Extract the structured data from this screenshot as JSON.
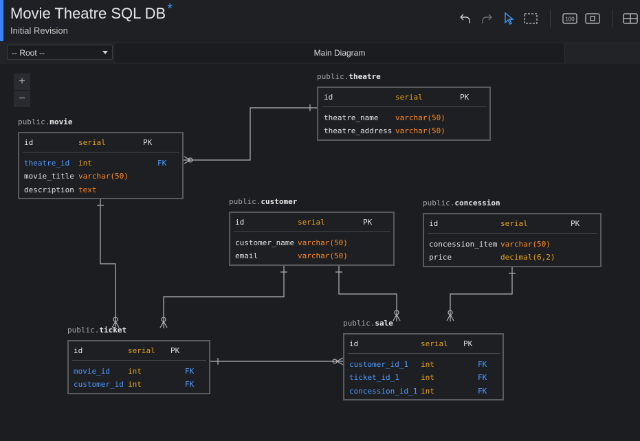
{
  "header": {
    "title": "Movie Theatre SQL DB",
    "modified_marker": "*",
    "subtitle": "Initial Revision",
    "toolbar": {
      "undo_icon": "undo-icon",
      "redo_icon": "redo-icon",
      "select_icon": "pointer-icon",
      "marquee_icon": "marquee-select-icon",
      "zoom100_label": "100",
      "fit_icon": "fit-screen-icon",
      "layout_icon": "layout-grid-icon"
    }
  },
  "bar": {
    "root_select": "-- Root --",
    "diagram_tab": "Main Diagram"
  },
  "zoom": {
    "in": "+",
    "out": "−"
  },
  "colors": {
    "accent": "#3b82f6",
    "type_serial": "#e8a317",
    "type_varchar": "#ff8a1f",
    "fk_blue": "#4f9bff"
  },
  "tables": {
    "theatre": {
      "schema": "public.",
      "name": "theatre",
      "pk": {
        "name": "id",
        "type": "serial",
        "key": "PK"
      },
      "cols": [
        {
          "name": "theatre_name",
          "type": "varchar(50)",
          "key": ""
        },
        {
          "name": "theatre_address",
          "type": "varchar(50)",
          "key": ""
        }
      ]
    },
    "movie": {
      "schema": "public.",
      "name": "movie",
      "pk": {
        "name": "id",
        "type": "serial",
        "key": "PK"
      },
      "cols": [
        {
          "name": "theatre_id",
          "type": "int",
          "key": "FK"
        },
        {
          "name": "movie_title",
          "type": "varchar(50)",
          "key": ""
        },
        {
          "name": "description",
          "type": "text",
          "key": ""
        }
      ]
    },
    "customer": {
      "schema": "public.",
      "name": "customer",
      "pk": {
        "name": "id",
        "type": "serial",
        "key": "PK"
      },
      "cols": [
        {
          "name": "customer_name",
          "type": "varchar(50)",
          "key": ""
        },
        {
          "name": "email",
          "type": "varchar(50)",
          "key": ""
        }
      ]
    },
    "concession": {
      "schema": "public.",
      "name": "concession",
      "pk": {
        "name": "id",
        "type": "serial",
        "key": "PK"
      },
      "cols": [
        {
          "name": "concession_item",
          "type": "varchar(50)",
          "key": ""
        },
        {
          "name": "price",
          "type": "decimal(6,2)",
          "key": ""
        }
      ]
    },
    "ticket": {
      "schema": "public.",
      "name": "ticket",
      "pk": {
        "name": "id",
        "type": "serial",
        "key": "PK"
      },
      "cols": [
        {
          "name": "movie_id",
          "type": "int",
          "key": "FK"
        },
        {
          "name": "customer_id",
          "type": "int",
          "key": "FK"
        }
      ]
    },
    "sale": {
      "schema": "public.",
      "name": "sale",
      "pk": {
        "name": "id",
        "type": "serial",
        "key": "PK"
      },
      "cols": [
        {
          "name": "customer_id_1",
          "type": "int",
          "key": "FK"
        },
        {
          "name": "ticket_id_1",
          "type": "int",
          "key": "FK"
        },
        {
          "name": "concession_id_1",
          "type": "int",
          "key": "FK"
        }
      ]
    }
  }
}
